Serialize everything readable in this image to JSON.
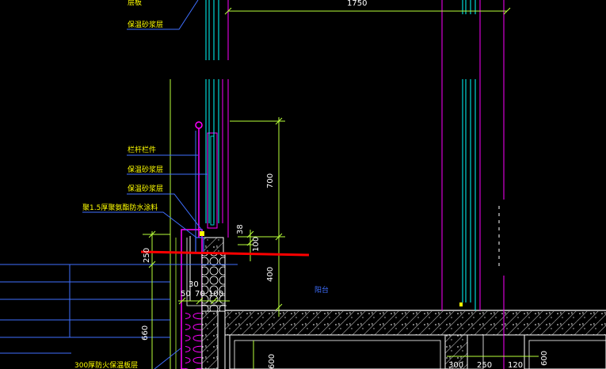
{
  "labels": {
    "top_partial": "层板",
    "upper_note": "保温砂浆层",
    "rail": "栏杆栏件",
    "seal_a": "保温砂浆层",
    "seal_b": "保温砂浆层",
    "waterproof": "聚1.5厚聚氨酯防水涂料",
    "balcony": "阳台",
    "bottom_note": "300厚防火保温板层"
  },
  "dims": {
    "top": "1750",
    "h700": "700",
    "h38": "38",
    "h100": "100",
    "h400": "400",
    "h250": "250",
    "h660": "660",
    "w30": "30",
    "w50": "50",
    "w70": "70",
    "w100": "100",
    "b600a": "600",
    "b300": "300",
    "b250": "250",
    "b120": "120",
    "b600b": "600"
  },
  "colors": {
    "background": "#000000",
    "cyan": "#00ffff",
    "magenta": "#ff00ff",
    "blue": "#3f6fff",
    "white": "#ffffff",
    "green": "#b8ff3a",
    "red": "#ff0000",
    "yellow": "#ffff00"
  }
}
